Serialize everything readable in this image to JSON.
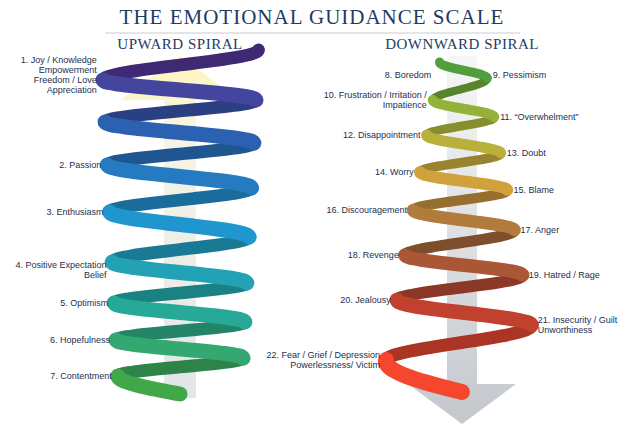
{
  "diagram": {
    "title": "THE EMOTIONAL GUIDANCE SCALE",
    "labels": [
      "UPWARD SPIRAL",
      "DOWNWARD SPIRAL",
      "1. Joy / Knowledge Empowerment Freedom / Love Appreciation",
      "2. Passion",
      "3. Enthusiasm",
      "4. Positive Expectation Belief",
      "5. Optimism",
      "6. Hopefulness",
      "7. Contentment",
      "8. Boredom",
      "9. Pessimism",
      "10. Frustration / Irritation / Impatience",
      "11. “Overwhelment”",
      "12. Disappointment",
      "13. Doubt",
      "14. Worry",
      "15. Blame",
      "16. Discouragement",
      "17. Anger",
      "18. Revenge",
      "19. Hatred / Rage",
      "20. Jealousy",
      "21. Insecurity / Guilt Unworthiness",
      "22. Fear / Grief / Depression Powerlessness/ Victim"
    ]
  }
}
